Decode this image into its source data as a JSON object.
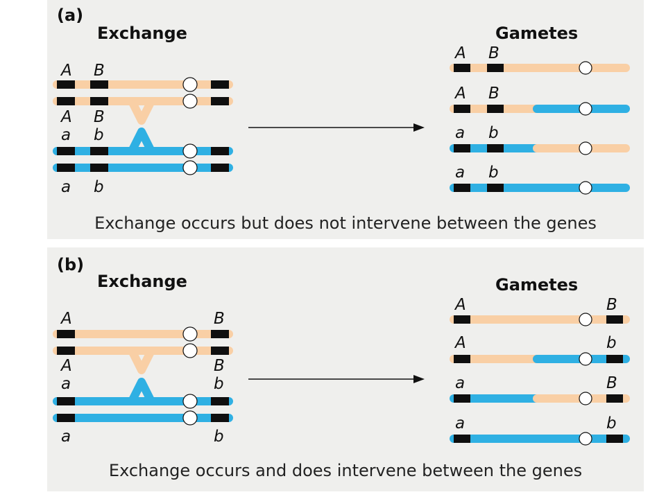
{
  "colors": {
    "peach": "#f9cfa5",
    "blue": "#2fb0e3",
    "marker": "#0f0f0f",
    "centromere": "#ffffff",
    "panel": "#efefed",
    "arrow": "#111111"
  },
  "panels": [
    {
      "tag": "(a)",
      "exchange_title": "Exchange",
      "gametes_title": "Gametes",
      "caption": "Exchange occurs but does not intervene between the genes",
      "top_labels": [
        "A",
        "B"
      ],
      "upper_mid_labels": [
        "A",
        "B"
      ],
      "lower_mid_labels": [
        "a",
        "b"
      ],
      "bottom_labels": [
        "a",
        "b"
      ],
      "gametes": [
        {
          "label1": "A",
          "label2": "B"
        },
        {
          "label1": "A",
          "label2": "B"
        },
        {
          "label1": "a",
          "label2": "b"
        },
        {
          "label1": "a",
          "label2": "b"
        }
      ]
    },
    {
      "tag": "(b)",
      "exchange_title": "Exchange",
      "gametes_title": "Gametes",
      "caption": "Exchange occurs and does intervene between the genes",
      "top_labels": [
        "A",
        "B"
      ],
      "upper_mid_labels": [
        "A",
        "B"
      ],
      "lower_mid_labels": [
        "a",
        "b"
      ],
      "bottom_labels": [
        "a",
        "b"
      ],
      "gametes": [
        {
          "label1": "A",
          "label2": "B"
        },
        {
          "label1": "A",
          "label2": "b"
        },
        {
          "label1": "a",
          "label2": "B"
        },
        {
          "label1": "a",
          "label2": "b"
        }
      ]
    }
  ]
}
